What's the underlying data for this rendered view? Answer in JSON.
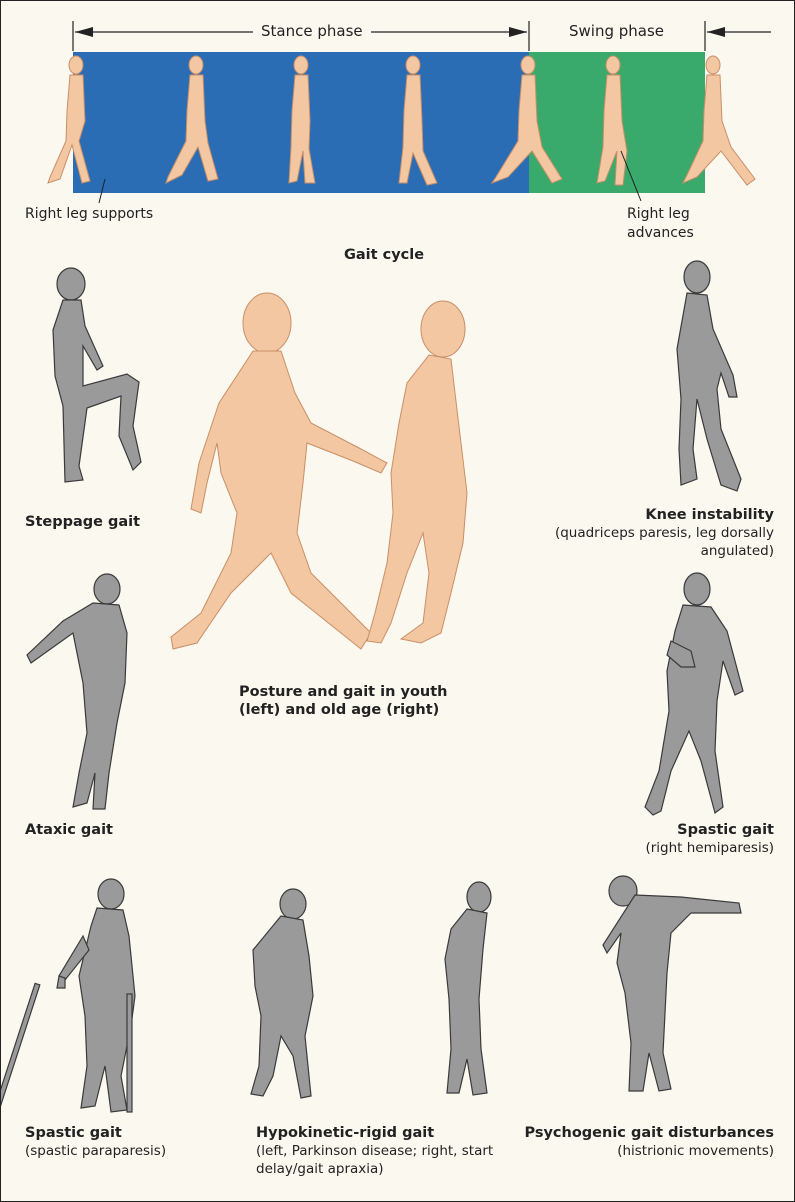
{
  "gait_cycle": {
    "stance_label": "Stance phase",
    "swing_label": "Swing phase",
    "right_leg_supports": "Right leg supports",
    "right_leg_advances_line1": "Right leg",
    "right_leg_advances_line2": "advances",
    "title": "Gait cycle",
    "stance_color": "#2a6db5",
    "swing_color": "#3aaa6c"
  },
  "figures": {
    "steppage": {
      "title": "Steppage gait"
    },
    "knee": {
      "title": "Knee instability",
      "sub1": "(quadriceps paresis, leg dorsally",
      "sub2": "angulated)"
    },
    "youth_old": {
      "line1": "Posture and gait in youth",
      "line2": "(left) and old age (right)"
    },
    "ataxic": {
      "title": "Ataxic gait"
    },
    "spastic_right": {
      "title": "Spastic gait",
      "sub": "(right hemiparesis)"
    },
    "spastic_para": {
      "title": "Spastic gait",
      "sub": "(spastic paraparesis)"
    },
    "hypokinetic": {
      "title": "Hypokinetic-rigid gait",
      "sub1": "(left, Parkinson disease; right, start",
      "sub2": "delay/gait apraxia)"
    },
    "psychogenic": {
      "title": "Psychogenic gait disturbances",
      "sub": "(histrionic movements)"
    }
  },
  "colors": {
    "figure_gray": "#9a9a9a",
    "skin": "#f2c7a2",
    "background": "#fbf8f0"
  }
}
